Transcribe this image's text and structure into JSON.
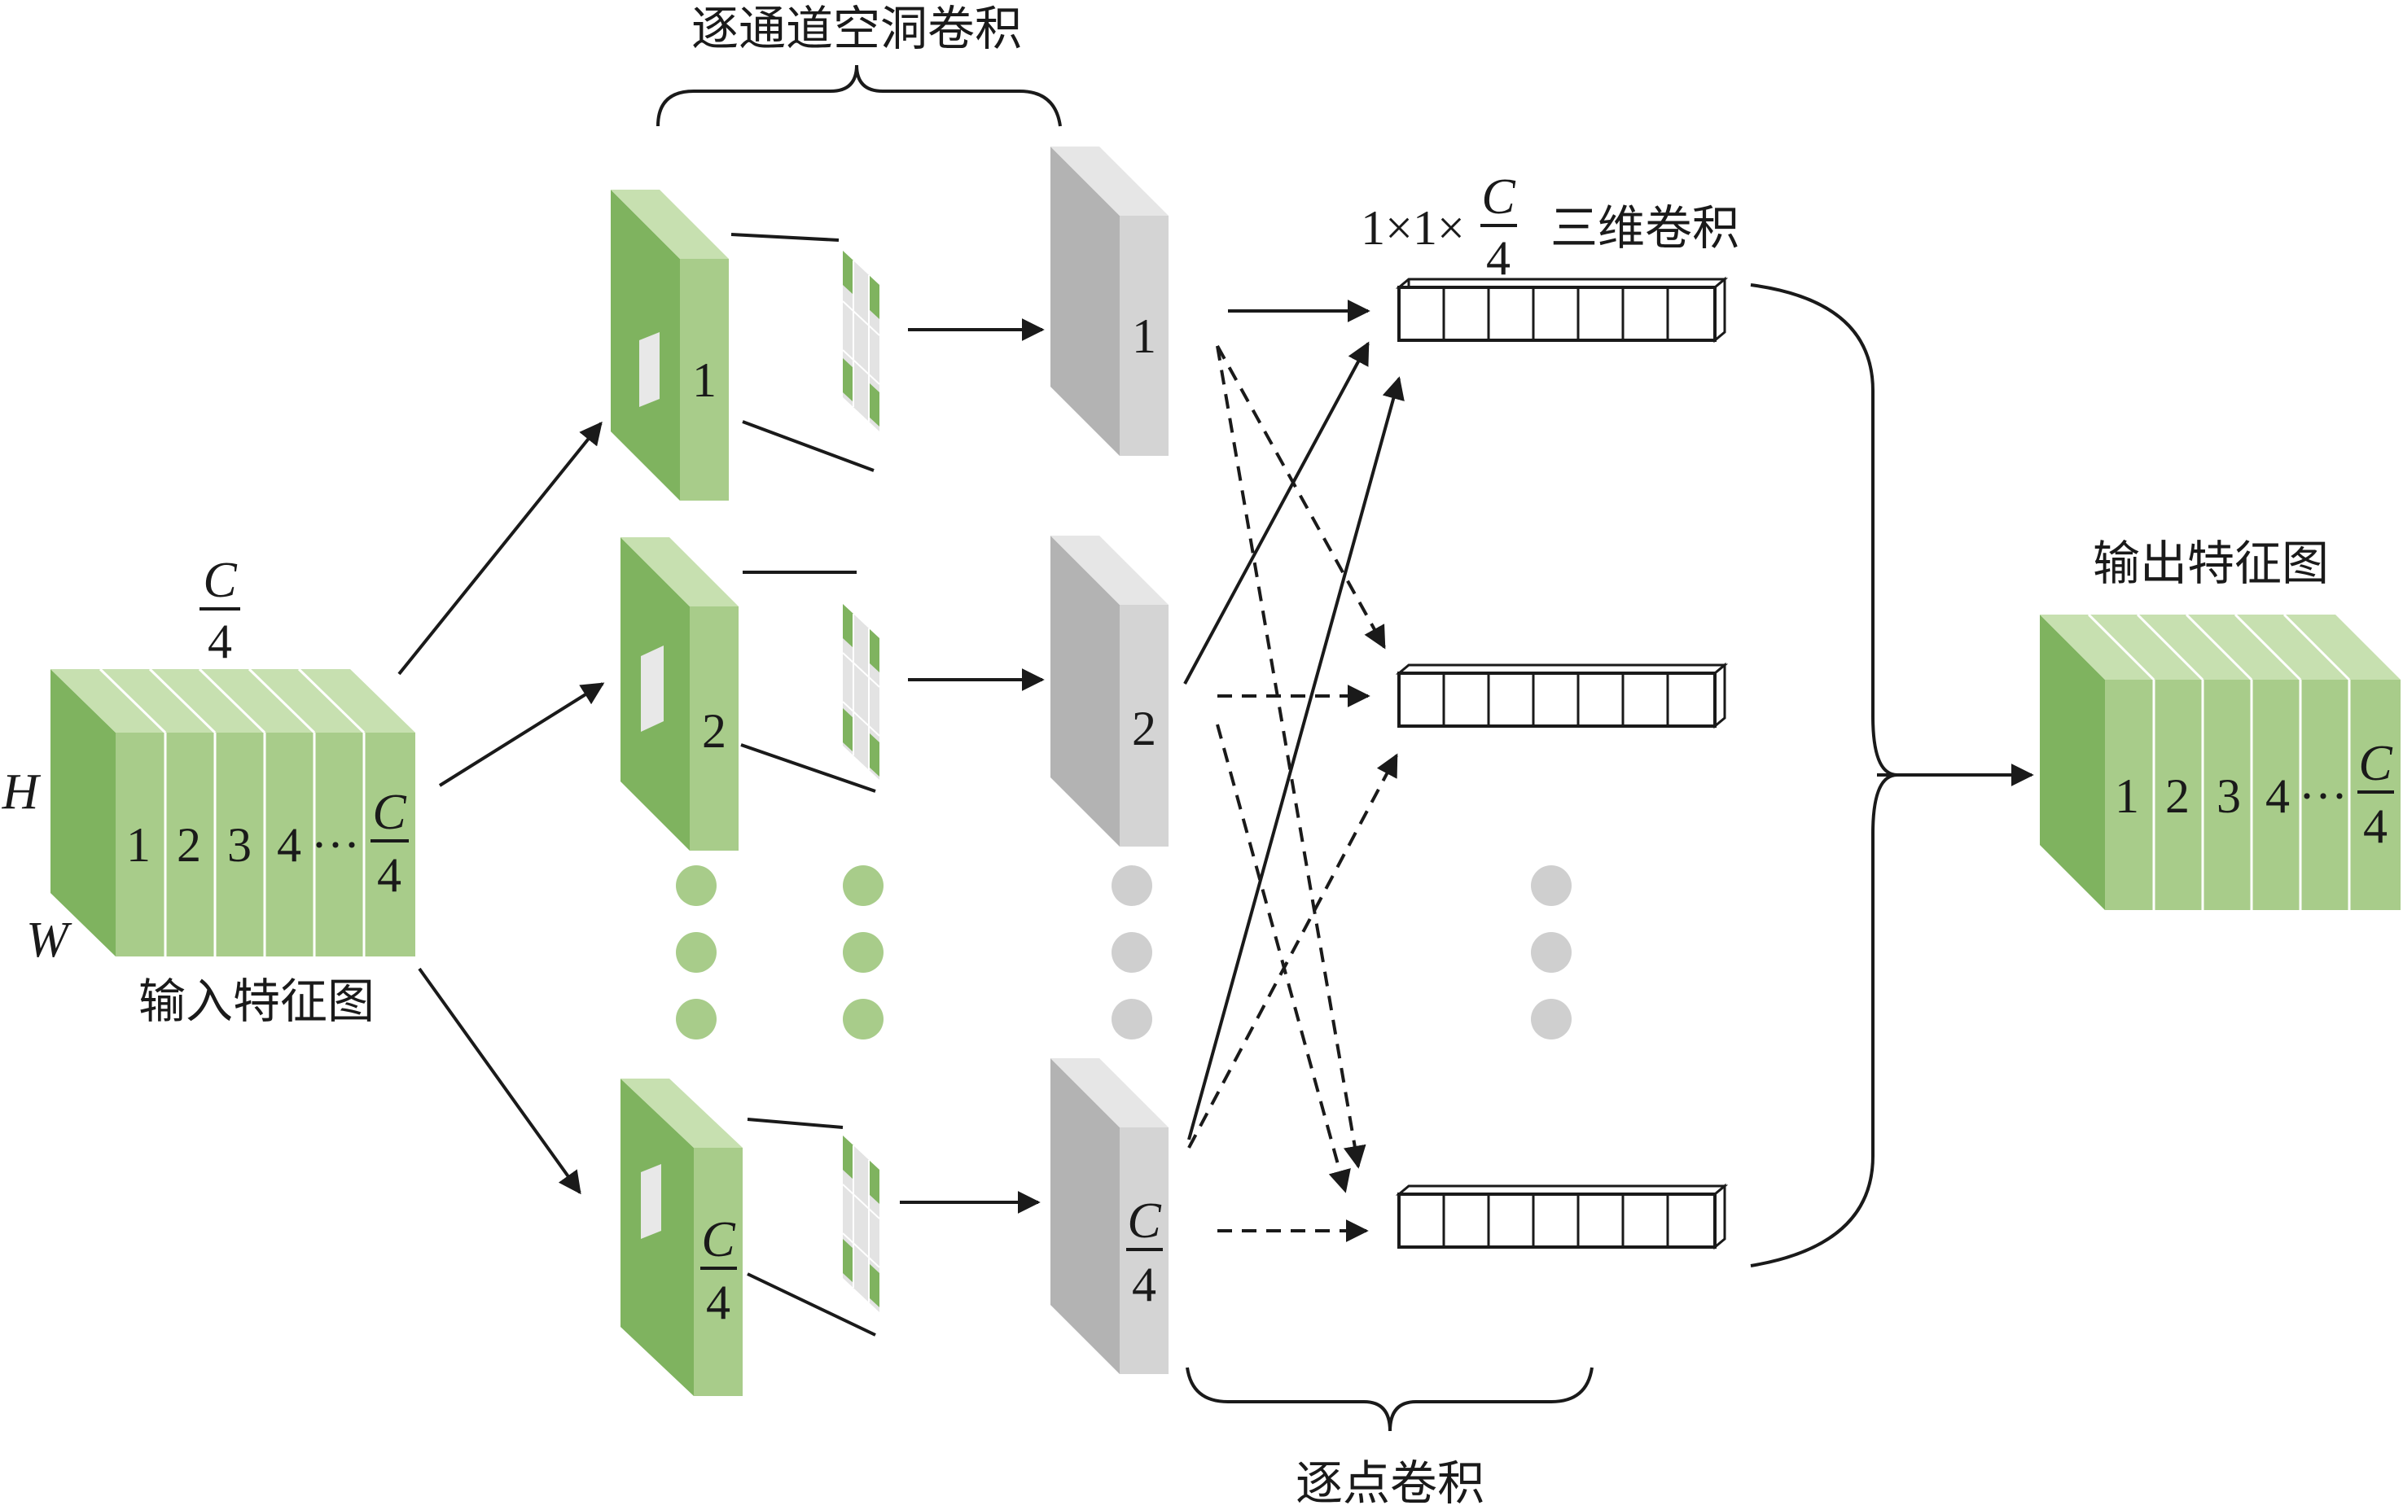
{
  "labels": {
    "depthwise_dilated_conv": "逐通道空洞卷积",
    "conv_3d": "三维卷积",
    "conv_3d_prefix": "1×1×",
    "pointwise_conv": "逐点卷积",
    "input_feature_map": "输入特征图",
    "output_feature_map": "输出特征图",
    "dim_h": "H",
    "dim_w": "W",
    "frac_num": "C",
    "frac_den": "4"
  },
  "channel_numbers": {
    "ch1": "1",
    "ch2": "2",
    "ch3": "3",
    "ch4": "4",
    "ellipsis": "···"
  },
  "colors": {
    "green_front": "#a8cc8a",
    "green_side": "#7fb35f",
    "green_top": "#c7e0b0",
    "gray_front": "#d4d4d4",
    "gray_side": "#b3b3b3",
    "gray_top": "#e6e6e6",
    "dot_green": "#a8cc8a",
    "dot_gray": "#cfcfcf"
  }
}
